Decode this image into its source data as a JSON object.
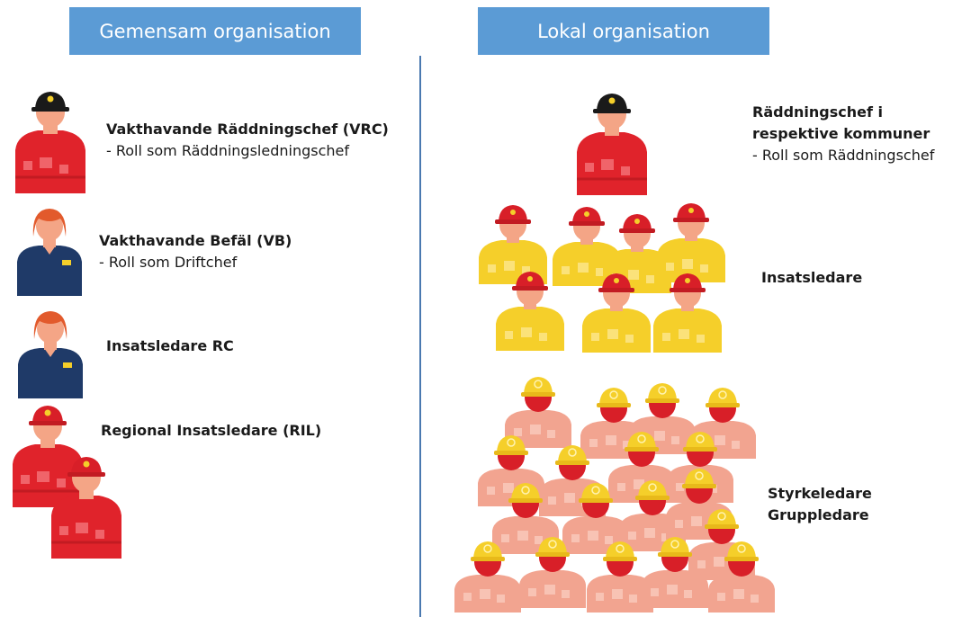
{
  "headers": {
    "left": "Gemensam organisation",
    "right": "Lokal organisation"
  },
  "left_roles": {
    "vrc_title": "Vakthavande Räddningschef (VRC)",
    "vrc_sub": "- Roll som Räddningsledningschef",
    "vb_title": "Vakthavande Befäl (VB)",
    "vb_sub": "- Roll som Driftchef",
    "irc_title": "Insatsledare RC",
    "ril_title": "Regional Insatsledare (RIL)"
  },
  "right_roles": {
    "chief_line1": "Räddningschef i",
    "chief_line2": "respektive kommuner",
    "chief_sub": "- Roll som Räddningschef",
    "insats_title": "Insatsledare",
    "styrke_line1": "Styrkeledare",
    "styrke_line2": "Gruppledare"
  },
  "colors": {
    "header_bg": "#5b9bd5",
    "divider": "#4a79b0",
    "red_suit": "#e0232b",
    "yellow_suit": "#f5cf2a",
    "pink_suit": "#f2a490",
    "navy_shirt": "#1f3a68",
    "skin": "#f4a586"
  },
  "icons": [
    "firefighter-black-helmet-icon",
    "firefighter-red-helmet-icon",
    "officer-navy-icon",
    "firefighter-yellow-icon",
    "firefighter-pink-icon"
  ]
}
